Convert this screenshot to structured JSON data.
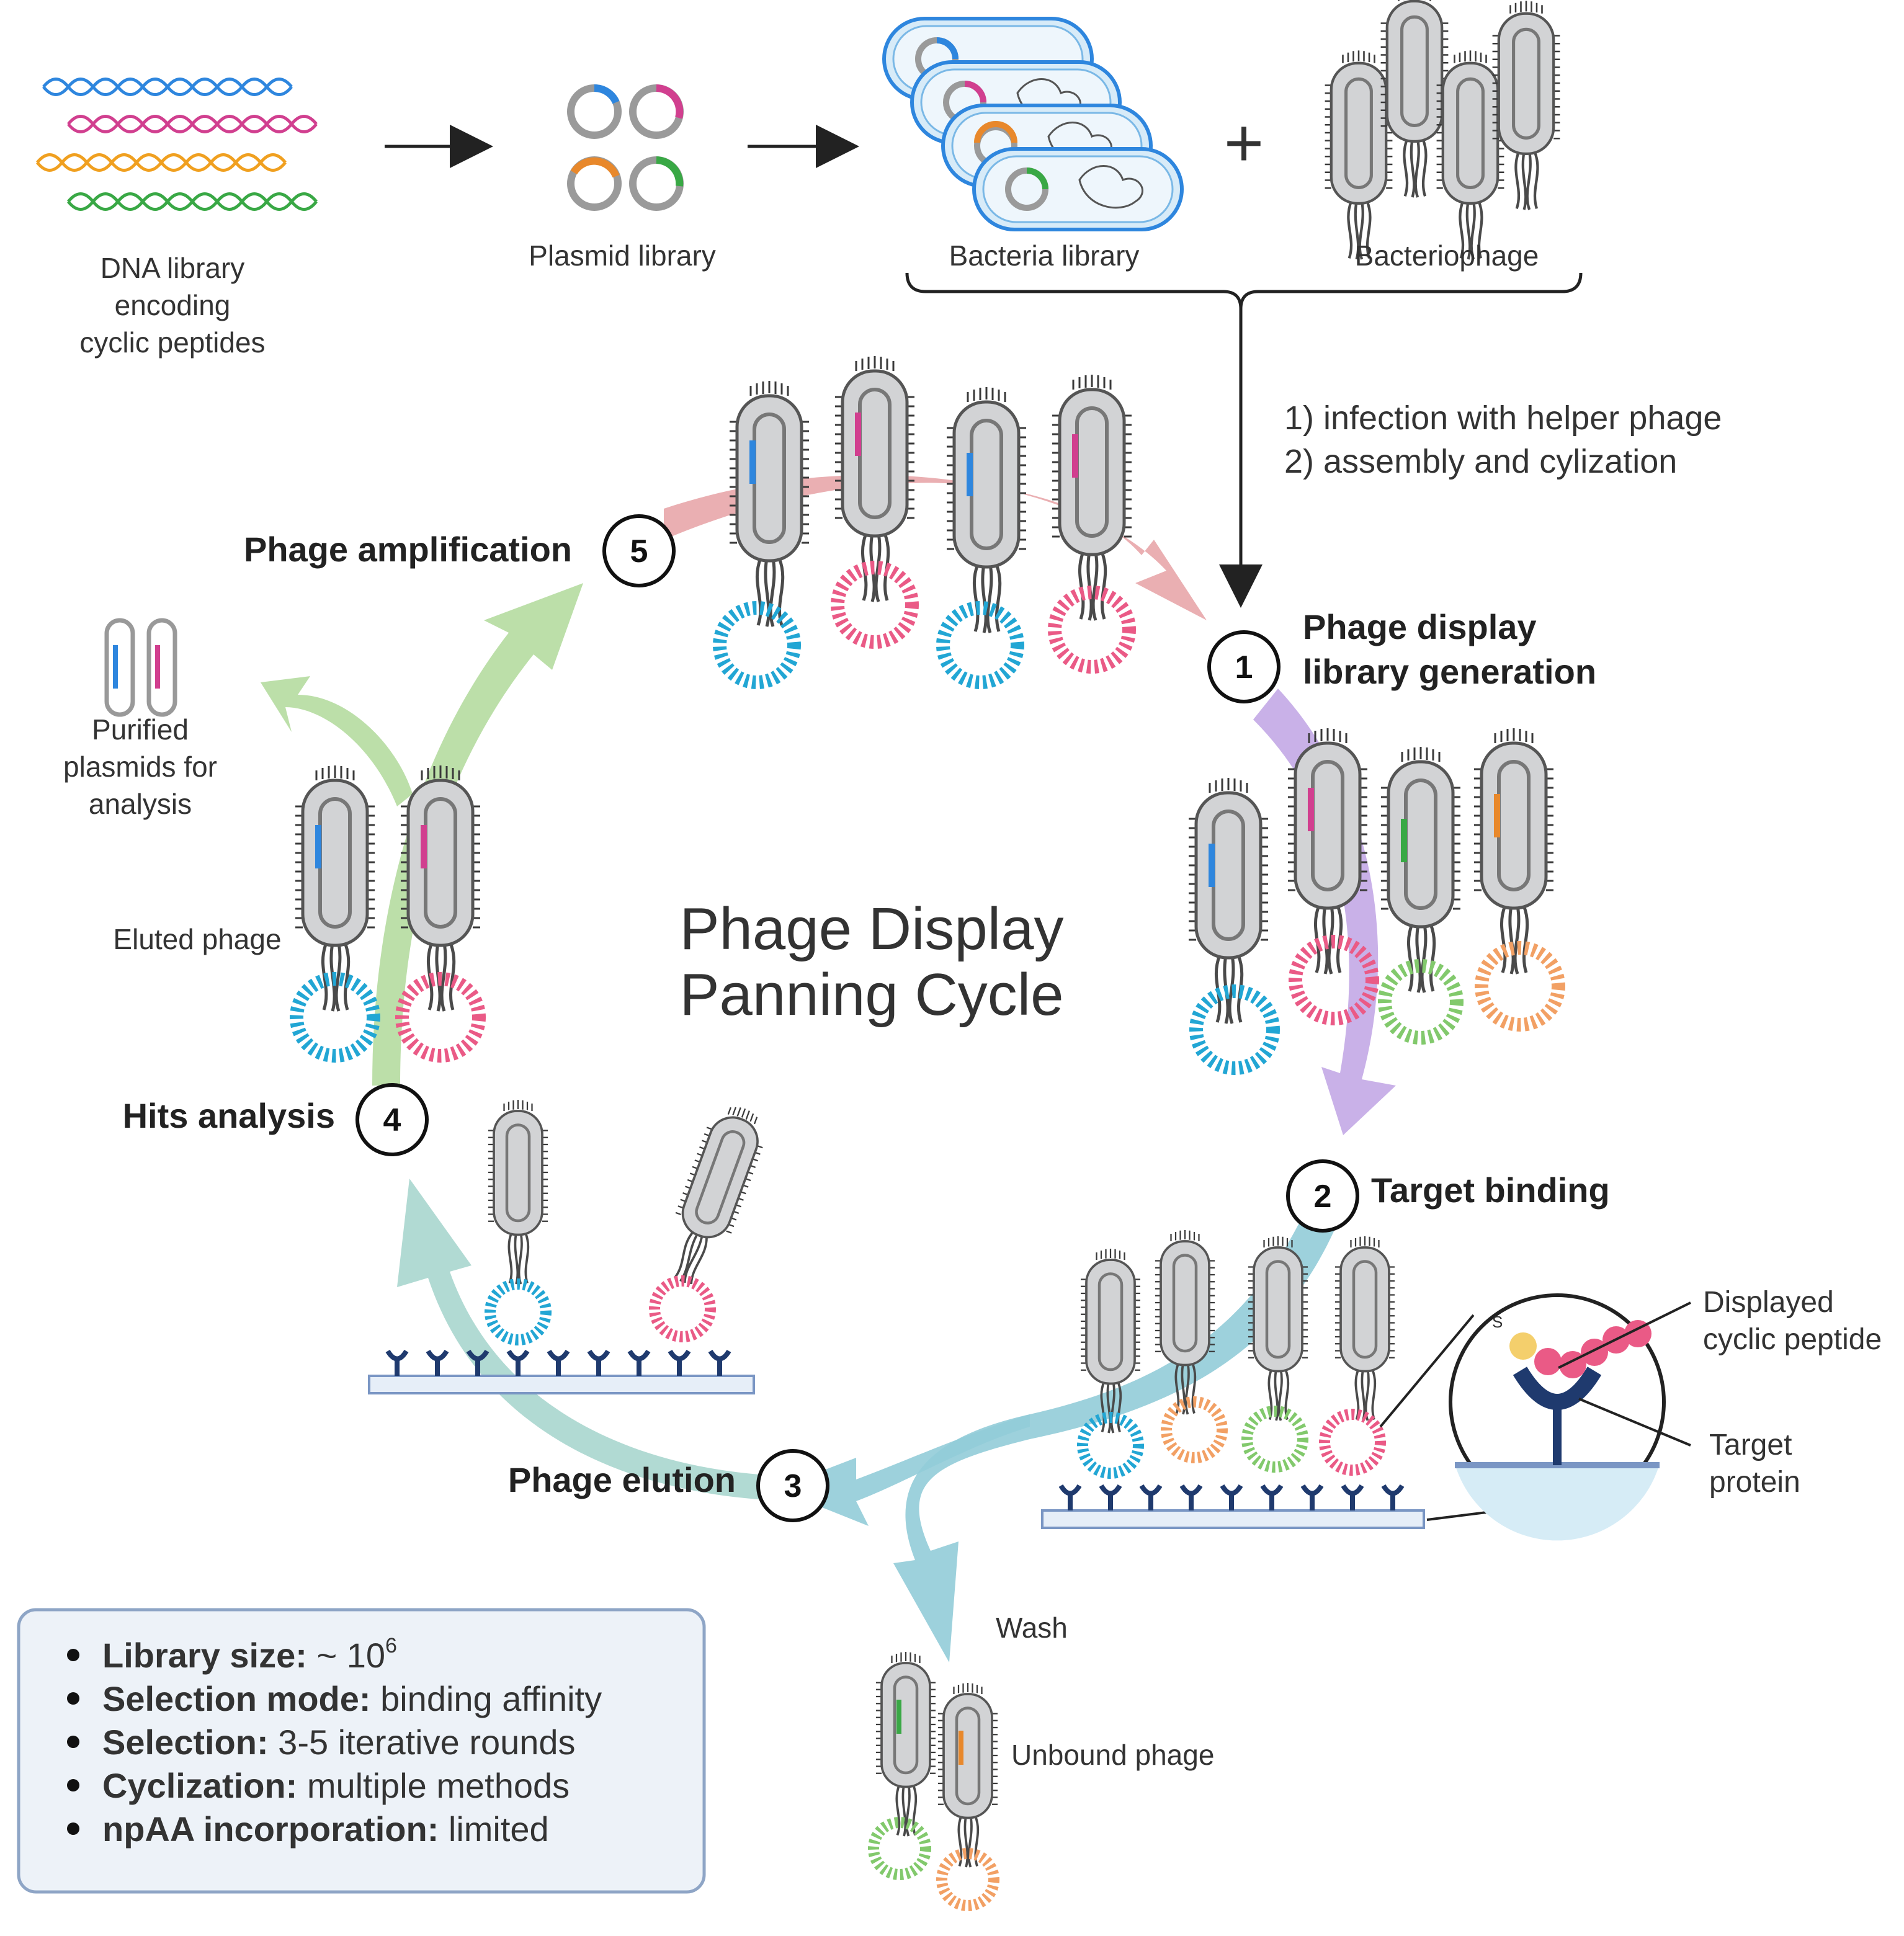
{
  "title": {
    "line1": "Phage Display",
    "line2": "Panning Cycle"
  },
  "top_row": {
    "dna_library": [
      "DNA library",
      "encoding",
      "cyclic peptides"
    ],
    "plasmid_library": "Plasmid library",
    "bacteria_library": "Bacteria library",
    "bacteriophage": "Bacteriophage",
    "plus": "+"
  },
  "infection_steps": [
    "1) infection with helper phage",
    "2) assembly and cylization"
  ],
  "steps": [
    {
      "number": "1",
      "label_lines": [
        "Phage display",
        "library generation"
      ]
    },
    {
      "number": "2",
      "label_lines": [
        "Target binding"
      ]
    },
    {
      "number": "3",
      "label_lines": [
        "Phage elution"
      ]
    },
    {
      "number": "4",
      "label_lines": [
        "Hits analysis"
      ]
    },
    {
      "number": "5",
      "label_lines": [
        "Phage amplification"
      ]
    }
  ],
  "side_labels": {
    "purified_plasmids": [
      "Purified",
      "plasmids for",
      "analysis"
    ],
    "eluted_phage": "Eluted phage",
    "wash": "Wash",
    "unbound_phage": "Unbound phage",
    "displayed_cyclic_peptide": [
      "Displayed",
      "cyclic peptide"
    ],
    "target_protein": [
      "Target",
      "protein"
    ]
  },
  "info_box": [
    {
      "term": "Library size:",
      "value": " ~ 10",
      "sup": "6"
    },
    {
      "term": "Selection mode:",
      "value": " binding affinity"
    },
    {
      "term": "Selection:",
      "value": " 3-5 iterative rounds"
    },
    {
      "term": "Cyclization:",
      "value": " multiple methods"
    },
    {
      "term": "npAA incorporation:",
      "value": " limited"
    }
  ],
  "colors": {
    "blue": "#2e86de",
    "magenta": "#d13f8f",
    "orange": "#e8882b",
    "green": "#39a845",
    "peptide_blue": "#22a6d4",
    "peptide_pink": "#ea5a86",
    "peptide_green": "#82c96c",
    "peptide_orange": "#f2a064",
    "arrow_pink": "#e8a6aa",
    "arrow_purple": "#c3a8e6",
    "arrow_blue": "#92ccd8",
    "arrow_teal": "#a8d6ce",
    "arrow_green": "#b5dba0",
    "phage_body": "#d2d3d5"
  }
}
